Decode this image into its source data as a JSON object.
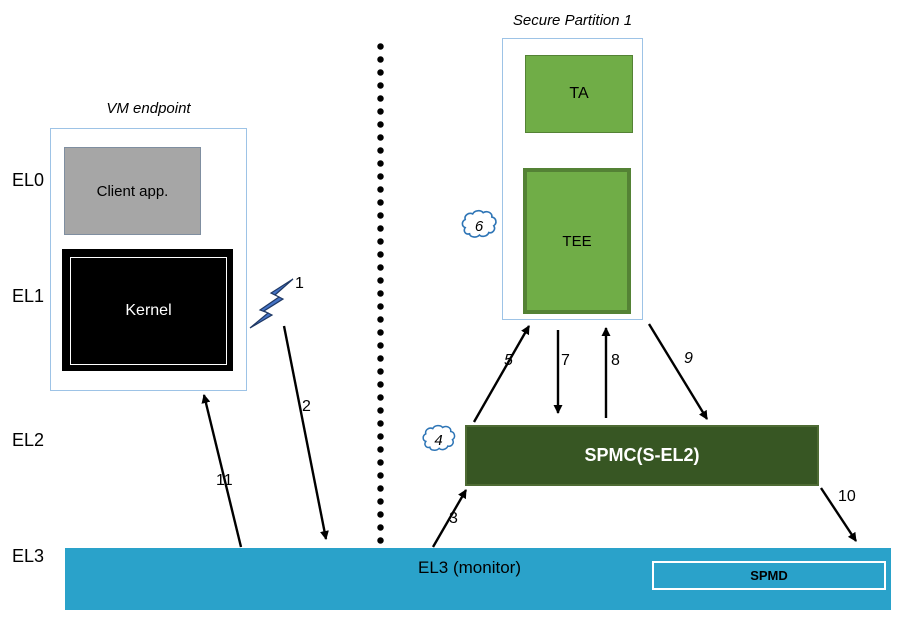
{
  "el_levels": {
    "el0": "EL0",
    "el1": "EL1",
    "el2": "EL2",
    "el3": "EL3"
  },
  "vm_endpoint": {
    "title": "VM endpoint",
    "client_app_label": "Client app.",
    "kernel_label": "Kernel"
  },
  "secure_partition": {
    "title": "Secure Partition 1",
    "ta_label": "TA",
    "tee_label": "TEE"
  },
  "spmc": {
    "label": "SPMC(S-EL2)"
  },
  "el3_bar": {
    "monitor_label": "EL3 (monitor)",
    "spmd_label": "SPMD"
  },
  "flow_labels": {
    "n1": "1",
    "n2": "2",
    "n3": "3",
    "n5": "5",
    "n7": "7",
    "n8": "8",
    "n9": "9",
    "n10": "10",
    "n11": "11"
  },
  "cloud_labels": {
    "n4": "4",
    "n6": "6"
  },
  "colors": {
    "client_app_fill": "#a6a6a6",
    "client_app_border": "#7f8ea0",
    "green_fill": "#70ad47",
    "green_border": "#548235",
    "spmc_fill": "#375623",
    "spmc_border": "#4e6b34",
    "el3_fill": "#2aa2ca",
    "container_border": "#9dc3e6",
    "bolt_fill": "#4472c4",
    "cloud_border": "#2e75b6",
    "arrow_color": "#000000"
  }
}
